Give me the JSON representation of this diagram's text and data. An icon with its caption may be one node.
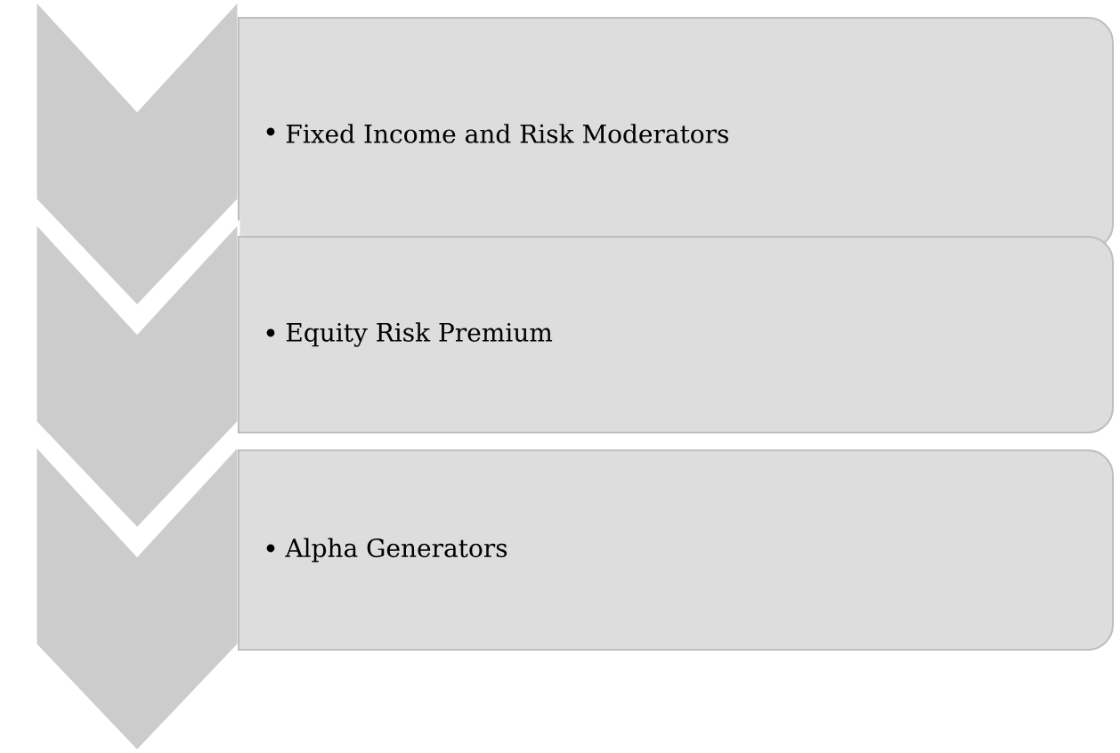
{
  "diagram": {
    "nodes": [
      {
        "text": [],
        "shape": "chevron"
      },
      {
        "text": [
          "Fixed Income and Risk Moderators"
        ]
      },
      {
        "text": [],
        "shape": "chevron"
      },
      {
        "text": [
          "Equity Risk Premium"
        ]
      },
      {
        "text": [],
        "shape": "chevron"
      },
      {
        "text": [
          "Alpha Generators"
        ]
      }
    ]
  }
}
